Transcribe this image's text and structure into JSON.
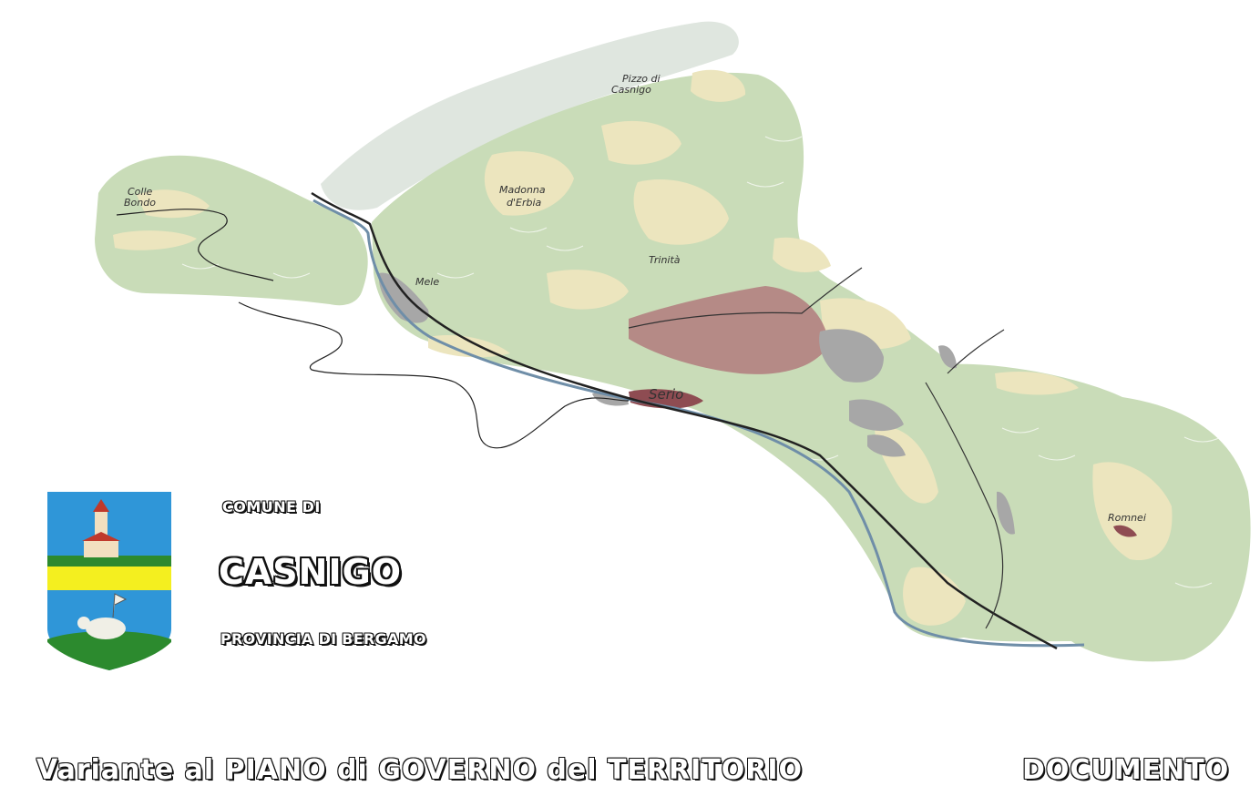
{
  "map": {
    "places": [
      {
        "id": "pizzo",
        "lines": [
          "Pizzo di",
          "Casnigo"
        ]
      },
      {
        "id": "colle",
        "lines": [
          "Colle",
          "Bondo"
        ]
      },
      {
        "id": "madonna",
        "lines": [
          "Madonna",
          "d'Erbia"
        ]
      },
      {
        "id": "trinita",
        "lines": [
          "Trinità"
        ]
      },
      {
        "id": "mele",
        "lines": [
          "Mele"
        ]
      },
      {
        "id": "serio",
        "lines": [
          "Serio"
        ]
      },
      {
        "id": "romnei",
        "lines": [
          "Romnei"
        ]
      }
    ],
    "colors": {
      "woodland": "#c9dcb8",
      "meadow": "#ece5be",
      "rock": "#dfe6df",
      "urban_center": "#b17b7d",
      "industrial": "#a7a7a7",
      "river": "#6f8ea8",
      "road": "#222222"
    }
  },
  "header": {
    "comune_di": "COMUNE DI",
    "name": "CASNIGO",
    "provincia": "PROVINCIA DI BERGAMO"
  },
  "crest": {
    "icon": "casnigo-coat-of-arms-icon"
  },
  "footer": {
    "left_text": "Variante al PIANO di GOVERNO del TERRITORIO",
    "right_text": "DOCUMENTO"
  }
}
